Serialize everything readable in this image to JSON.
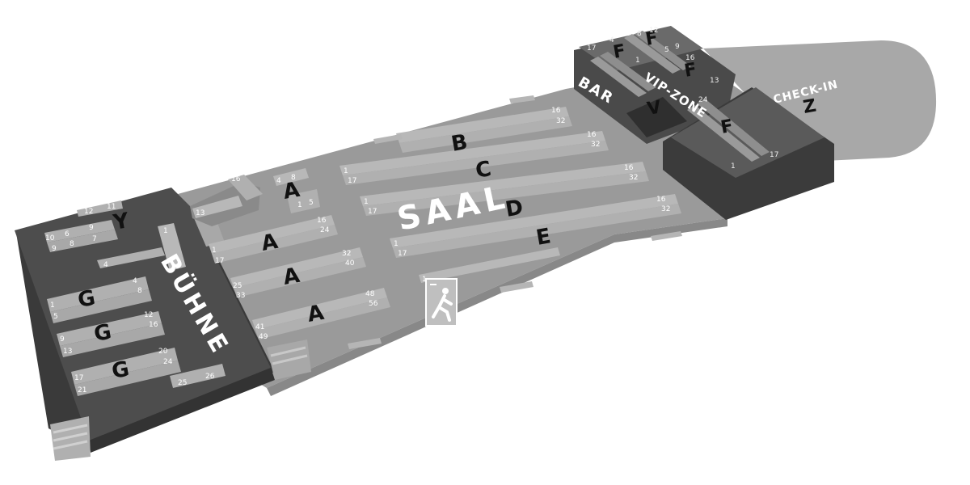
{
  "labels": {
    "saal": "SAAL",
    "buehne": "BÜHNE",
    "bar": "BAR",
    "vip": "VIP-ZONE",
    "checkin": "CHECK-IN"
  },
  "blocks": {
    "a": "A",
    "b": "B",
    "c": "C",
    "d": "D",
    "e": "E",
    "f": "F",
    "g": "G",
    "v": "V",
    "y": "Y",
    "z": "Z"
  },
  "row_numbers": {
    "b": [
      "16",
      "32"
    ],
    "c": [
      "1",
      "17",
      "16",
      "32"
    ],
    "d": [
      "1",
      "17",
      "16",
      "32"
    ],
    "e": [
      "1",
      "17",
      "16",
      "32"
    ],
    "e2": [
      "1"
    ],
    "a1": [
      "4",
      "8",
      "1",
      "5"
    ],
    "a2": [
      "1",
      "17",
      "16",
      "24"
    ],
    "a3": [
      "25",
      "33",
      "32",
      "40"
    ],
    "a4": [
      "41",
      "49",
      "48",
      "56"
    ],
    "stair_a": [
      "16",
      "13"
    ],
    "g1": [
      "1",
      "5",
      "4",
      "8"
    ],
    "g2": [
      "9",
      "13",
      "12",
      "16"
    ],
    "g3": [
      "17",
      "21",
      "20",
      "24"
    ],
    "g4": [
      "25",
      "26"
    ],
    "y": [
      "12",
      "11",
      "10",
      "6",
      "9",
      "8",
      "7",
      "9",
      "4",
      "1"
    ],
    "f": [
      "4",
      "8",
      "12",
      "1",
      "5",
      "9",
      "16",
      "13",
      "1",
      "17"
    ],
    "v": [
      "17",
      "24"
    ]
  },
  "colors": {
    "floor": "#9a9a9a",
    "floor_dark": "#7d7d7d",
    "block_dark": "#4a4a4a",
    "block_darker": "#333333",
    "seat_row": "#b8b8b8",
    "text_white": "#ffffff",
    "text_black": "#111111",
    "checkin_area": "#aaaaaa"
  }
}
